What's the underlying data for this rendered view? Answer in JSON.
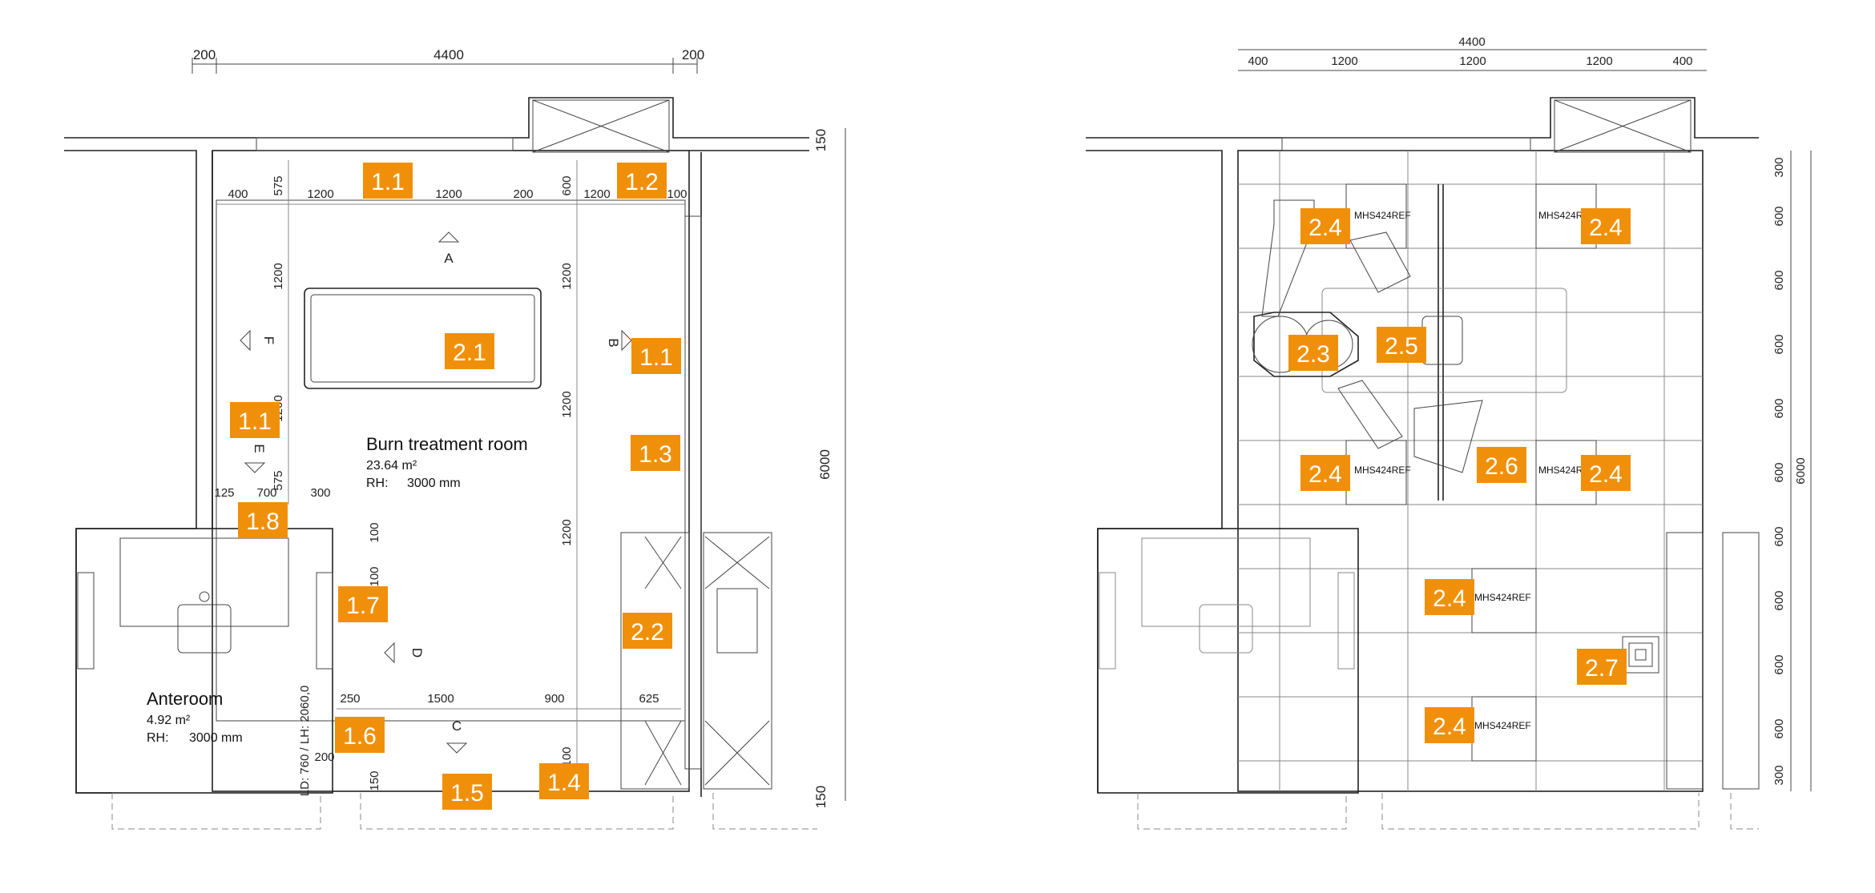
{
  "left_plan": {
    "top_dims": [
      "200",
      "4400",
      "200"
    ],
    "inner_dims_top": [
      "400",
      "1200",
      "1200",
      "200",
      "1200",
      "100"
    ],
    "small_dims": [
      "575",
      "600",
      "1200",
      "1200",
      "1200",
      "1200",
      "1200",
      "575",
      "125",
      "700",
      "300",
      "100",
      "100",
      "250",
      "1500",
      "900",
      "625",
      "200",
      "150",
      "100"
    ],
    "right_dims": [
      "150",
      "6000",
      "150"
    ],
    "door_label": "LD: 760 / LH: 2060,0",
    "views": [
      "A",
      "B",
      "C",
      "D",
      "E",
      "F"
    ],
    "room_main": {
      "name": "Burn treatment room",
      "area": "23.64 m²",
      "rh_label": "RH:",
      "rh_value": "3000 mm"
    },
    "room_ante": {
      "name": "Anteroom",
      "area": "4.92 m²",
      "rh_label": "RH:",
      "rh_value": "3000 mm"
    },
    "badges": [
      "1.1",
      "1.2",
      "2.1",
      "1.1",
      "1.1",
      "1.3",
      "1.8",
      "1.7",
      "2.2",
      "1.6",
      "1.5",
      "1.4"
    ]
  },
  "right_plan": {
    "top_dims": [
      "4400",
      "400",
      "1200",
      "1200",
      "1200",
      "400"
    ],
    "side_dims": [
      "300",
      "600",
      "600",
      "600",
      "600",
      "600",
      "600",
      "600",
      "600",
      "600",
      "300"
    ],
    "side_total": "6000",
    "equipment_label": "MHS424REF",
    "badges": [
      "2.4",
      "2.4",
      "2.3",
      "2.5",
      "2.4",
      "2.6",
      "2.4",
      "2.4",
      "2.7",
      "2.4"
    ]
  },
  "colors": {
    "badge": "#f0900a",
    "line": "#222222"
  }
}
